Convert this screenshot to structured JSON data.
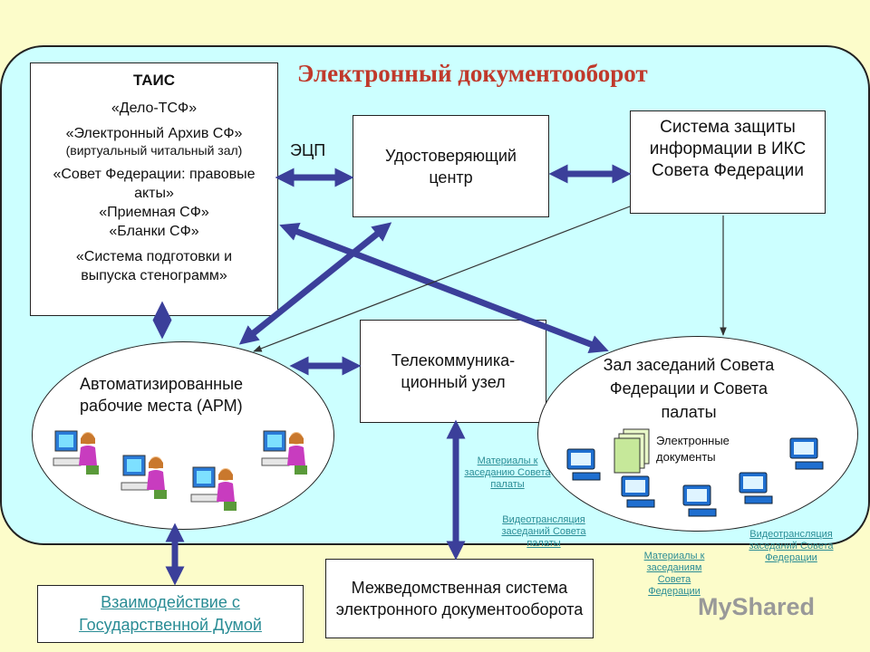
{
  "title": "Электронный документооборот",
  "tais": {
    "heading": "ТАИС",
    "item1": "«Дело-ТСФ»",
    "item2": "«Электронный Архив СФ»",
    "item2_sub": "(виртуальный читальный зал)",
    "item3": "«Совет Федерации: правовые акты»",
    "item4": "«Приемная СФ»",
    "item5": "«Бланки СФ»",
    "item6": "«Система подготовки и выпуска стенограмм»"
  },
  "ecp_label": "ЭЦП",
  "certification_center": "Удостоверяющий центр",
  "security_system": "Система защиты информации в ИКС Совета Федерации",
  "telecom_node": "Телекоммуника-ционный узел",
  "arm": "Автоматизированные рабочие места (АРМ)",
  "hall": "Зал заседаний Совета Федерации и Совета палаты",
  "electronic_docs": "Электронные документы",
  "interagency": "Межведомственная система электронного документооборота",
  "duma_link": "Взаимодействие с Государственной Думой",
  "links": {
    "materials_chamber": "Материалы к заседанию Совета палаты",
    "video_chamber": "Видеотрансляция заседаний Совета палаты",
    "materials_federation": "Материалы к заседаниям Совета Федерации",
    "video_federation": "Видеотрансляция заседаний Совета Федерации"
  },
  "watermark": "MyShared",
  "colors": {
    "background": "#fcfcca",
    "panel": "#ccffff",
    "arrow": "#3b3f9a",
    "title": "#c0392b",
    "link": "#2a8c95"
  }
}
